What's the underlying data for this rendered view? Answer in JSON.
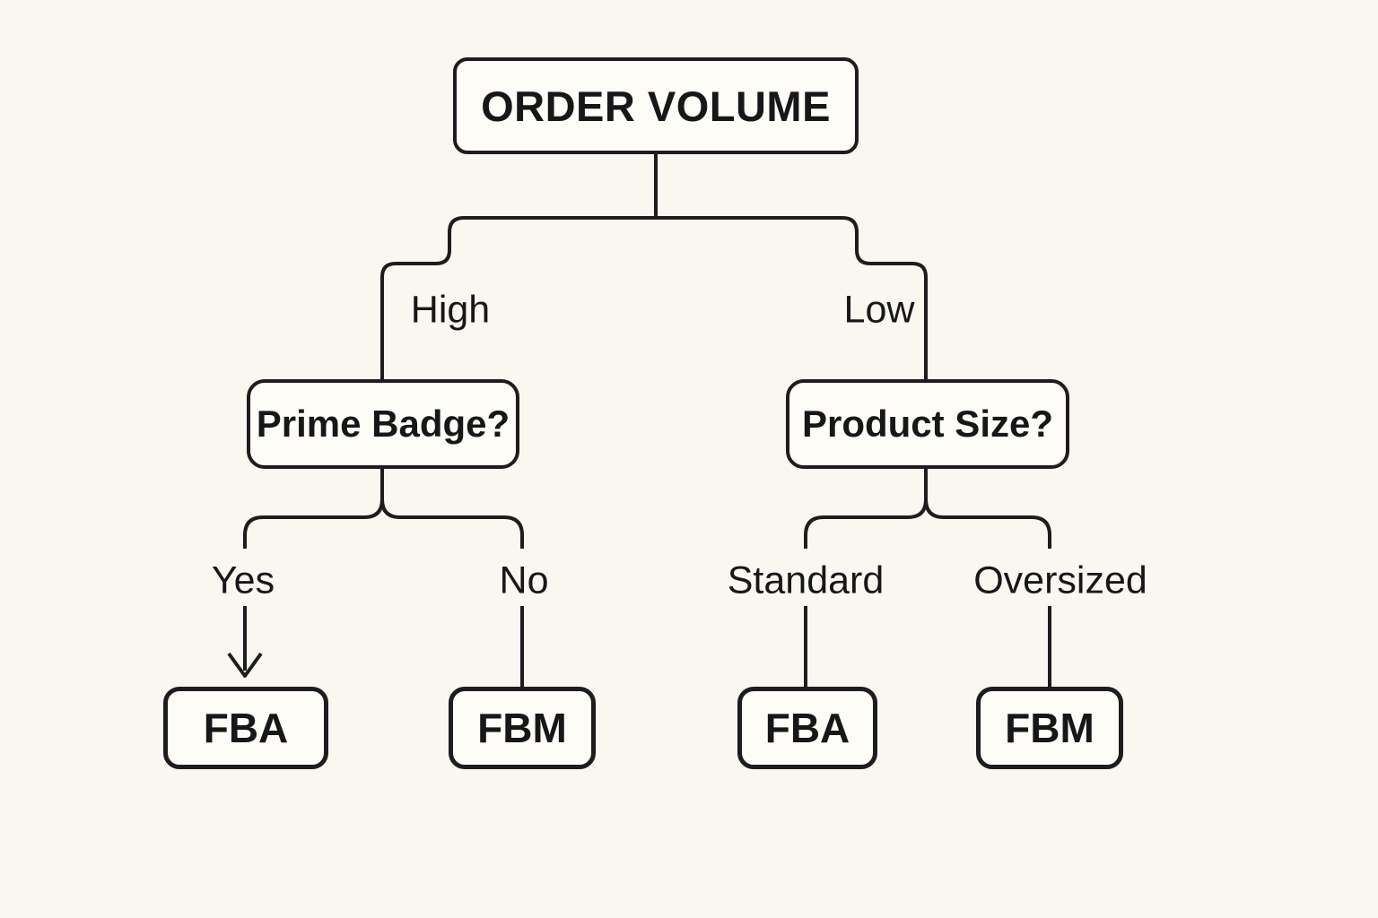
{
  "colors": {
    "background": "#f9f7f0",
    "box-fill": "#fdfcf6",
    "line": "#1d1d20",
    "text": "#17171a"
  },
  "diagram": {
    "type": "decision-tree",
    "root": {
      "label": "ORDER VOLUME"
    },
    "branches": [
      {
        "id": "high",
        "edge_label": "High",
        "question": "Prime Badge?",
        "outcomes": [
          {
            "edge_label": "Yes",
            "result": "FBA",
            "arrowhead": true
          },
          {
            "edge_label": "No",
            "result": "FBM",
            "arrowhead": false
          }
        ]
      },
      {
        "id": "low",
        "edge_label": "Low",
        "question": "Product Size?",
        "outcomes": [
          {
            "edge_label": "Standard",
            "result": "FBA",
            "arrowhead": false
          },
          {
            "edge_label": "Oversized",
            "result": "FBM",
            "arrowhead": false
          }
        ]
      }
    ]
  }
}
